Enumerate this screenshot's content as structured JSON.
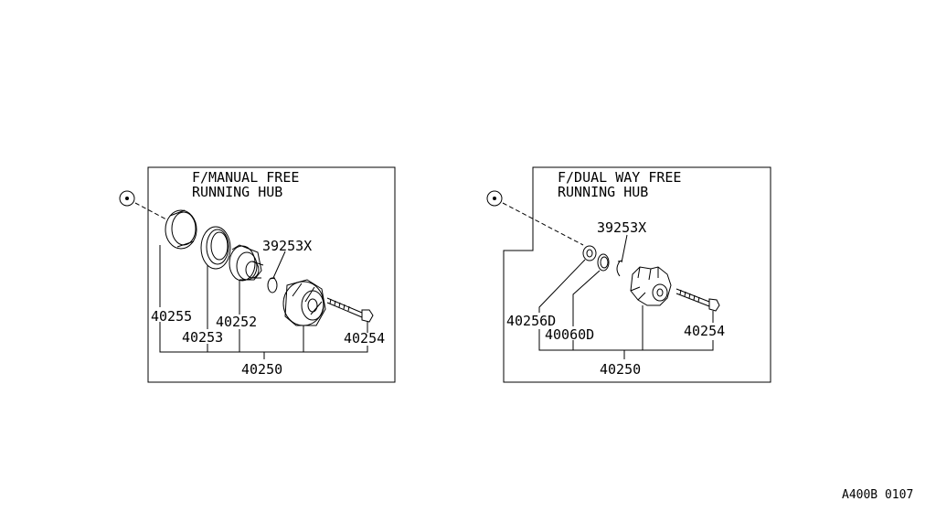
{
  "panels": [
    {
      "title_line1": "F/MANUAL FREE",
      "title_line2": "RUNNING HUB",
      "callouts": [
        "39253X",
        "40255",
        "40252",
        "40253",
        "40254",
        "40250"
      ]
    },
    {
      "title_line1": "F/DUAL WAY FREE",
      "title_line2": "RUNNING HUB",
      "callouts": [
        "39253X",
        "40256D",
        "40060D",
        "40254",
        "40250"
      ]
    }
  ],
  "diagram_code": "A400B 0107",
  "ref_symbol": "circle-reference-icon"
}
